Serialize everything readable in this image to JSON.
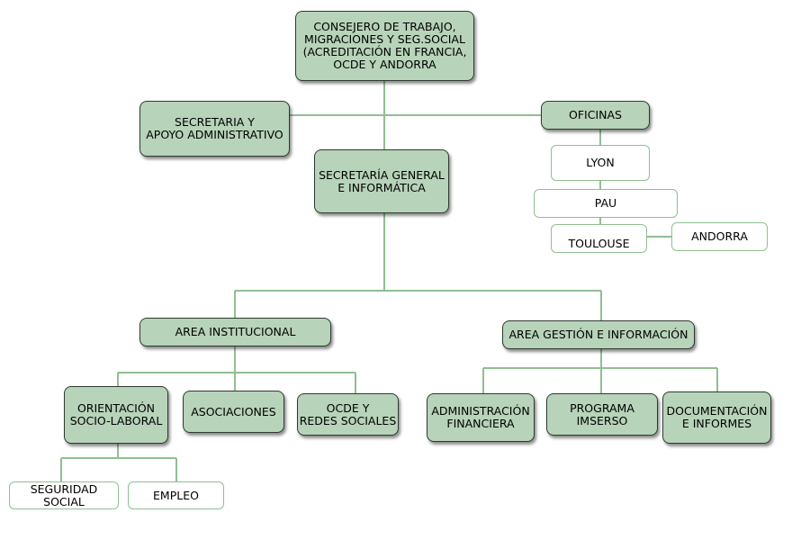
{
  "nodes": {
    "consejo": "CONSEJERO DE TRABAJO,\nMIGRACIONES Y SEG.SOCIAL\n(ACREDITACIÓN EN FRANCIA,\nOCDE Y ANDORRA",
    "secretaria_apoyo": "SECRETARIA Y\nAPOYO ADMINISTRATIVO",
    "oficinas": "OFICINAS",
    "lyon": "LYON",
    "pau": "PAU",
    "toulouse": "TOULOUSE",
    "andorra": "ANDORRA",
    "secretaria_general": "SECRETARÍA GENERAL\nE INFORMÁTICA",
    "area_institucional": "AREA INSTITUCIONAL",
    "area_gestion": "AREA GESTIÓN E INFORMACIÓN",
    "orientacion": "ORIENTACIÓN\nSOCIO-LABORAL",
    "asociaciones": "ASOCIACIONES",
    "ocde_redes": "OCDE Y\nREDES SOCIALES",
    "administracion": "ADMINISTRACIÓN\nFINANCIERA",
    "programa_imserso": "PROGRAMA\nIMSERSO",
    "documentacion": "DOCUMENTACIÓN\nE INFORMES",
    "seguridad_social": "SEGURIDAD SOCIAL",
    "empleo": "EMPLEO"
  },
  "colors": {
    "box_fill": "#b7d3b9",
    "box_border": "#2f3a30",
    "connector": "#8fbf92"
  }
}
